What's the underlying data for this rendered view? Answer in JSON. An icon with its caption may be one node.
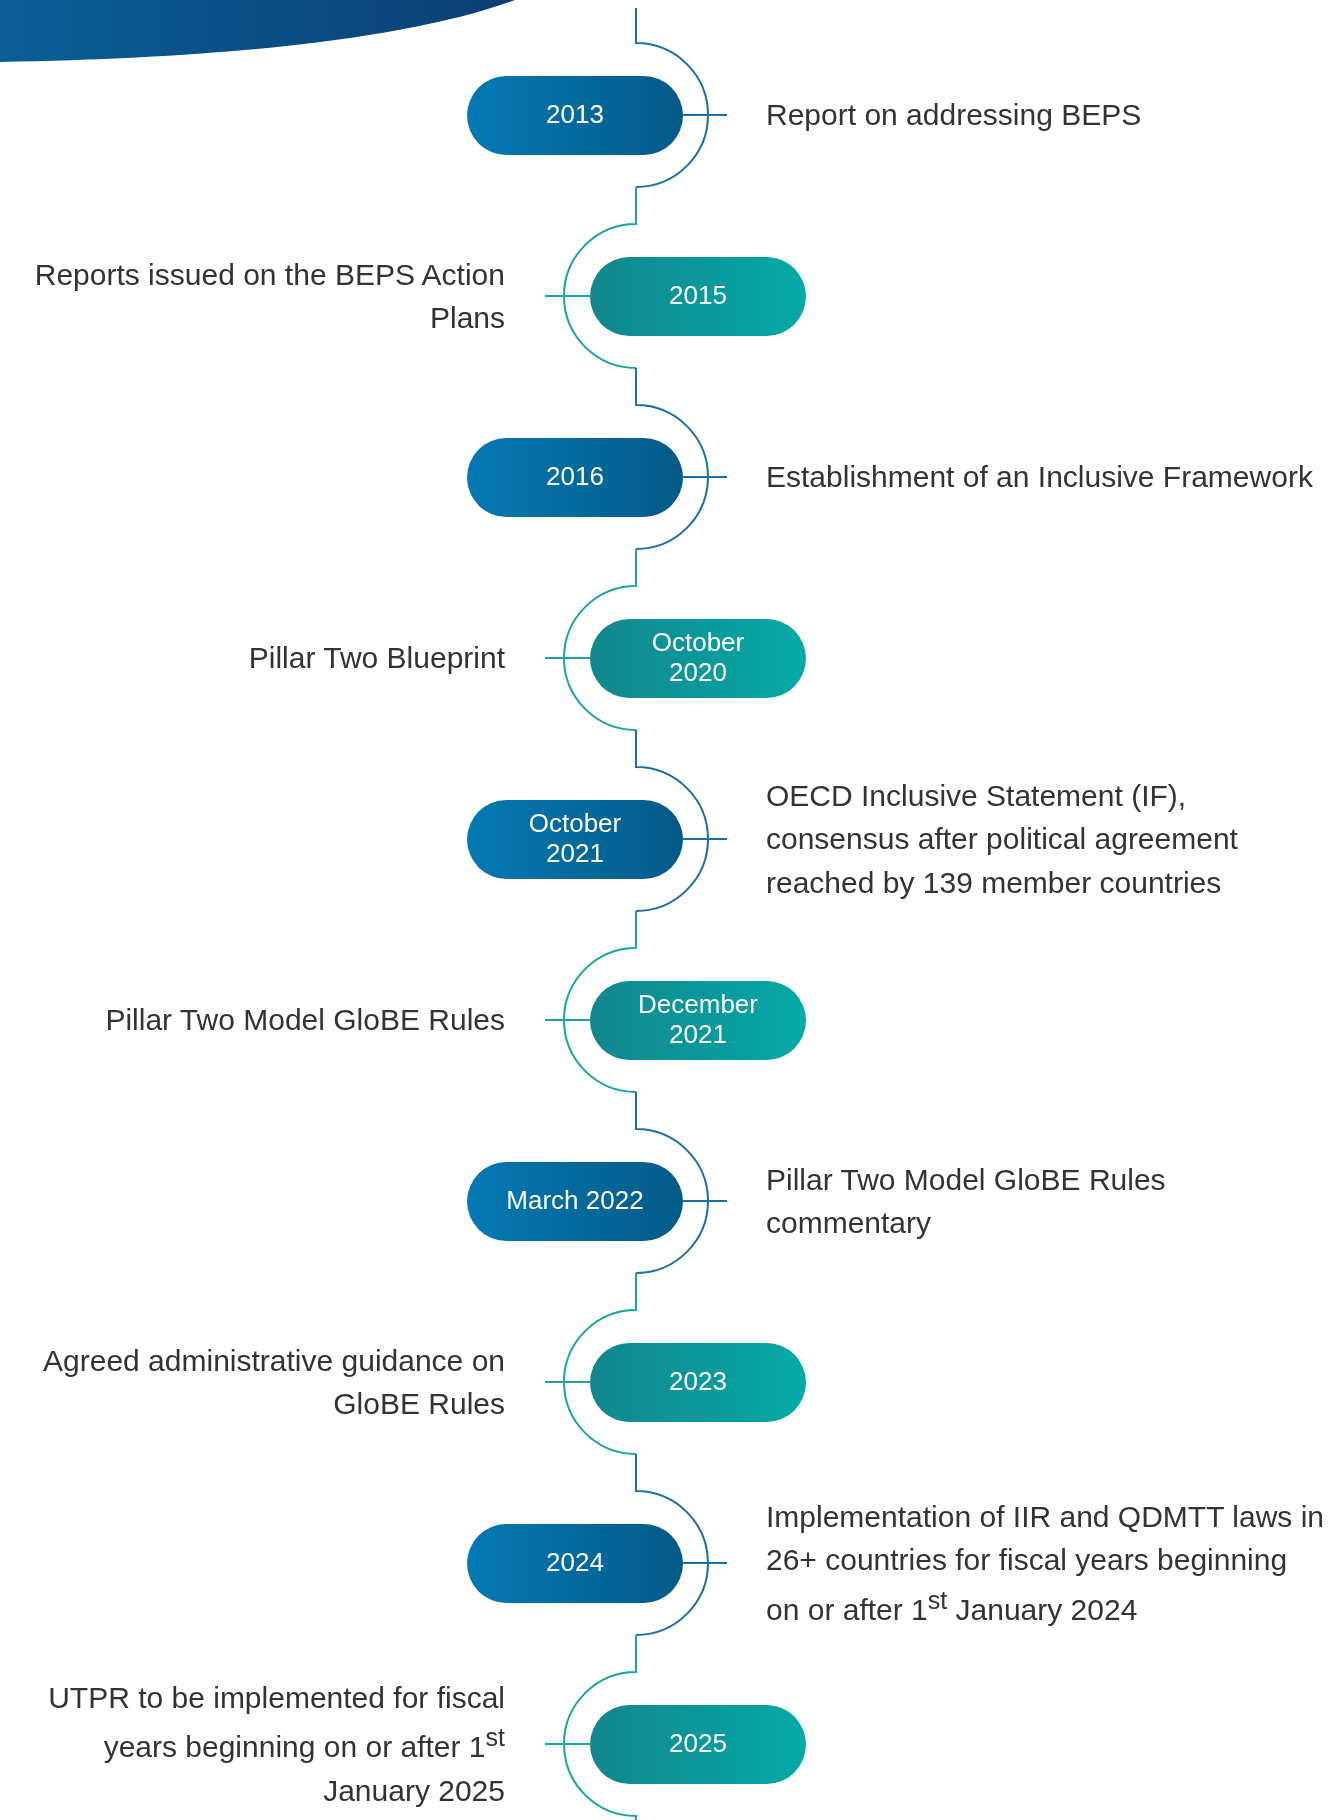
{
  "diagram": {
    "nodes": [
      {
        "text": [
          "2013"
        ],
        "beside": [
          "Report on addressing BEPS"
        ]
      },
      {
        "text": [
          "2015"
        ],
        "beside": [
          "Reports issued on the BEPS Action Plans"
        ]
      },
      {
        "text": [
          "2016"
        ],
        "beside": [
          "Establishment of an Inclusive Framework"
        ]
      },
      {
        "text": [
          "October 2020"
        ],
        "beside": [
          "Pillar Two Blueprint"
        ]
      },
      {
        "text": [
          "October 2021"
        ],
        "beside": [
          "OECD Inclusive Statement (IF), consensus after political agreement reached by 139 member countries"
        ]
      },
      {
        "text": [
          "December 2021"
        ],
        "beside": [
          "Pillar Two Model GloBE Rules"
        ]
      },
      {
        "text": [
          "March 2022"
        ],
        "beside": [
          "Pillar Two Model GloBE Rules commentary"
        ]
      },
      {
        "text": [
          "2023"
        ],
        "beside": [
          "Agreed administrative guidance on GloBE Rules"
        ]
      },
      {
        "text": [
          "2024"
        ],
        "beside": [
          "Implementation of IIR and QDMTT laws in 26+ countries for fiscal years beginning on or after 1$^{st}$ January 2024"
        ]
      },
      {
        "text": [
          "2025"
        ],
        "beside": [
          "UTPR to be implemented for fiscal years beginning on or after 1$^{st}$ January 2025"
        ]
      }
    ]
  }
}
